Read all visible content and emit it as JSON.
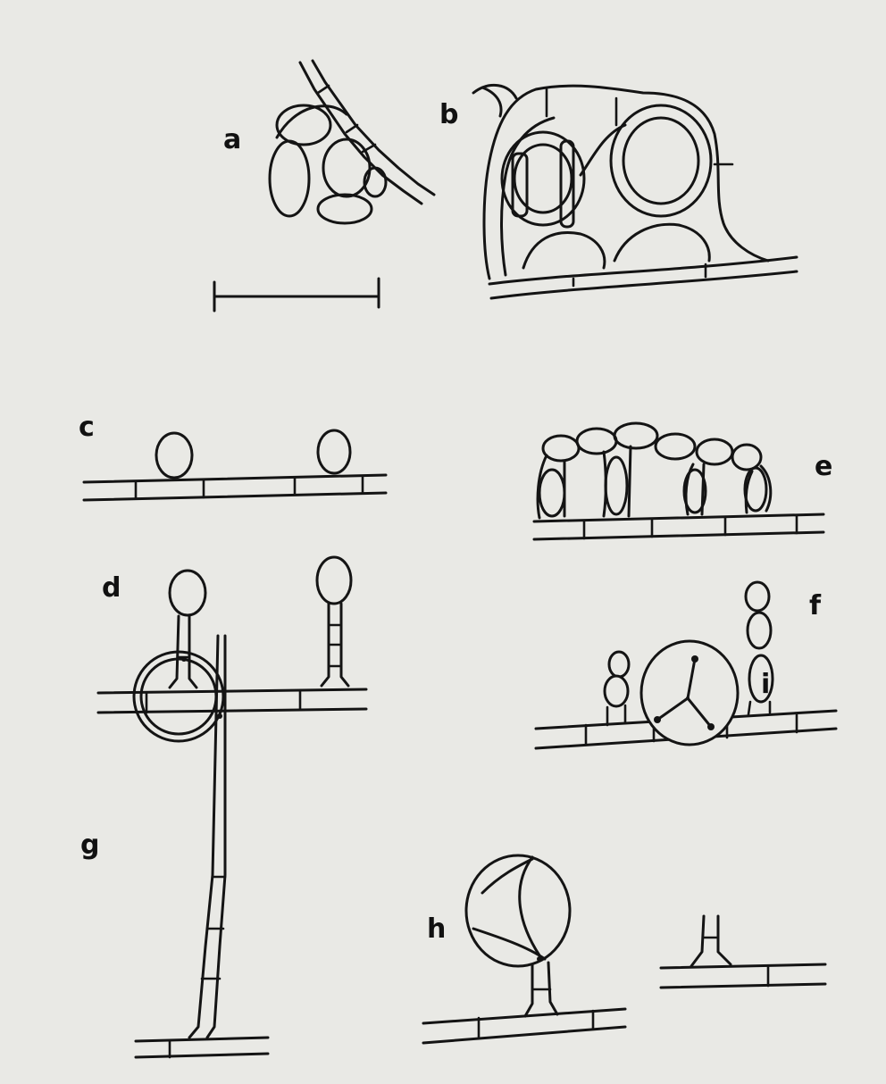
{
  "figure": {
    "panels": [
      {
        "id": "a",
        "label": "a"
      },
      {
        "id": "b",
        "label": "b"
      },
      {
        "id": "c",
        "label": "c"
      },
      {
        "id": "d",
        "label": "d"
      },
      {
        "id": "e",
        "label": "e"
      },
      {
        "id": "f",
        "label": "f"
      },
      {
        "id": "g",
        "label": "g"
      },
      {
        "id": "h",
        "label": "h"
      },
      {
        "id": "i",
        "label": "i"
      }
    ],
    "colors": {
      "paper": "#e9e9e5",
      "ink": "#141414"
    }
  }
}
